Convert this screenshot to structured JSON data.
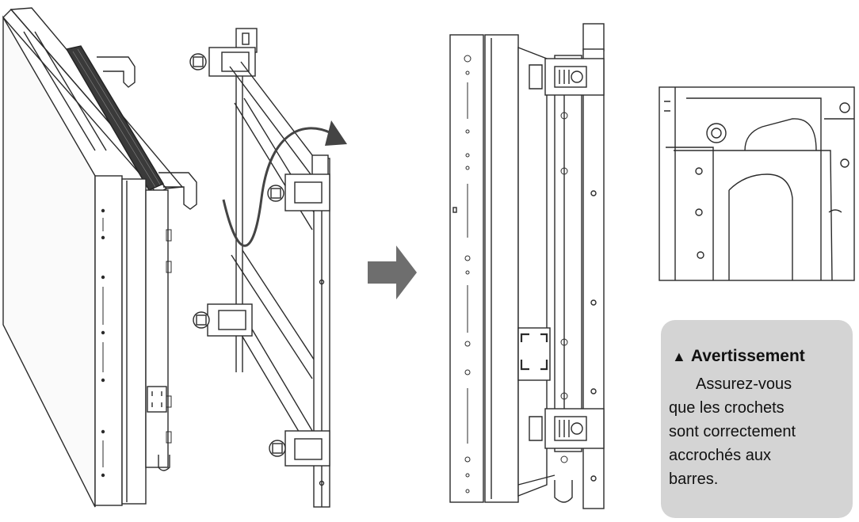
{
  "warning": {
    "icon": "warning-triangle-icon",
    "title": "Avertissement",
    "lines": [
      "Assurez-vous",
      "que les crochets",
      "sont correctement",
      "accrochés aux",
      "barres."
    ]
  },
  "colors": {
    "line": "#2b2b2b",
    "arrow_fill": "#6e6e6e",
    "warning_bg": "#d4d4d4"
  }
}
